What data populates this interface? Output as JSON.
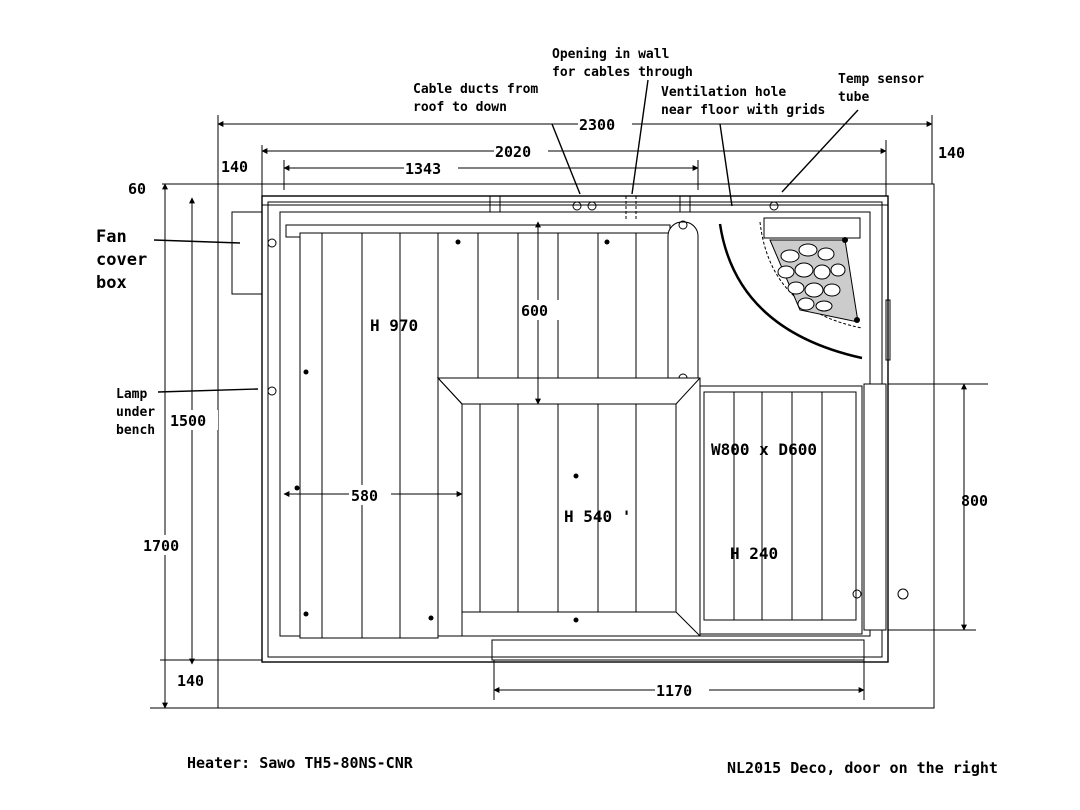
{
  "drawing": {
    "callouts": {
      "opening_in_wall": [
        "Opening in wall",
        "for cables through"
      ],
      "cable_ducts": [
        "Cable ducts from",
        "roof to down"
      ],
      "ventilation": [
        "Ventilation hole",
        "near floor with grids"
      ],
      "temp_sensor": [
        "Temp sensor",
        "tube"
      ],
      "fan": [
        "Fan",
        "cover",
        "box"
      ],
      "lamp": [
        "Lamp",
        "under",
        "bench"
      ]
    },
    "dimensions": {
      "overall_width": "2300",
      "inner_width": "2020",
      "bench_width": "1343",
      "left_offset": "140",
      "right_offset": "140",
      "top_offset": "60",
      "inner_depth": "1500",
      "overall_depth": "1700",
      "bottom_offset": "140",
      "step_width": "1170",
      "door_width": "800",
      "bench_depth_upper": "600",
      "bench_depth_lower": "580"
    },
    "labels": {
      "upper_bench_height": "H 970",
      "lower_bench_height": "H 540 '",
      "floor_grid_size": "W800 x D600",
      "floor_grid_height": "H 240"
    },
    "captions": {
      "heater": "Heater: Sawo TH5-80NS-CNR",
      "model": "NL2015 Deco, door on the right"
    }
  }
}
